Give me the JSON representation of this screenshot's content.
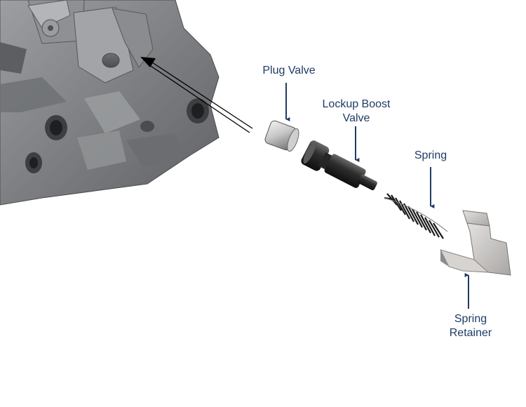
{
  "labels": {
    "plug_valve": "Plug Valve",
    "lockup_boost_valve": [
      "Lockup Boost",
      "Valve"
    ],
    "spring": "Spring",
    "spring_retainer": [
      "Spring",
      "Retainer"
    ]
  },
  "colors": {
    "label_text": "#1f3b63",
    "callout_arrow": "#1f3b63",
    "insertion_arrow": "#000000",
    "valve_body": "#7b7d80"
  }
}
